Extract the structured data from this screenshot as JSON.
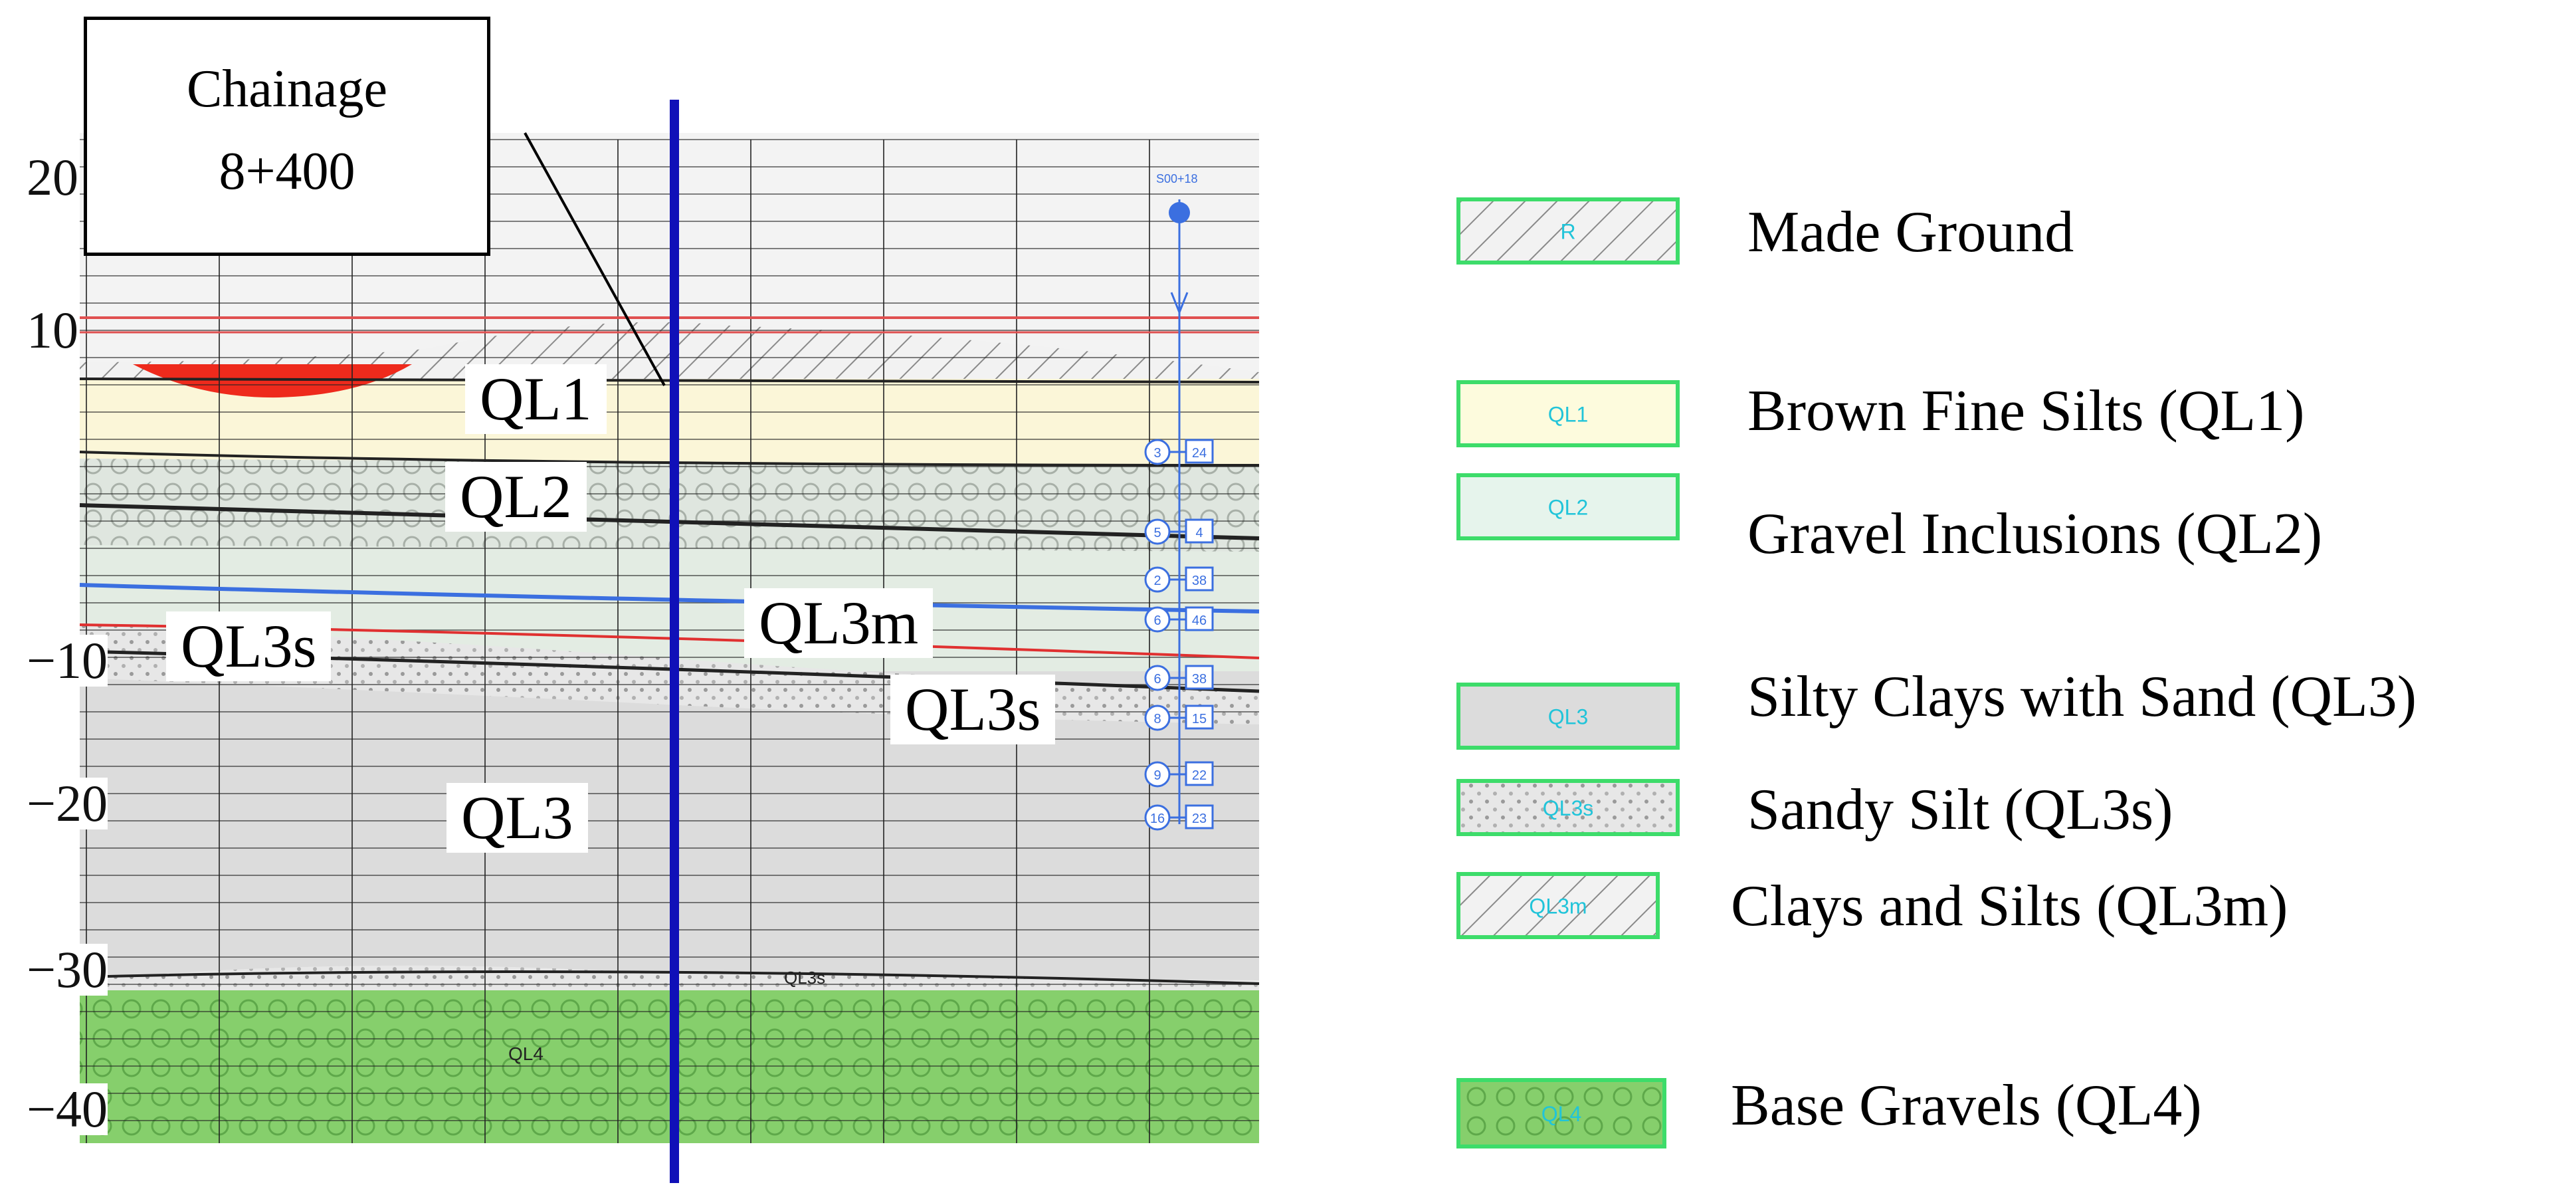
{
  "chainage": {
    "line1": "Chainage",
    "line2": "8+400"
  },
  "y_axis_labels": [
    "20",
    "10",
    "−10",
    "−20",
    "−30",
    "−40"
  ],
  "section_units": {
    "ql1": "QL1",
    "ql2": "QL2",
    "ql3m": "QL3m",
    "ql3s_left": "QL3s",
    "ql3s_right": "QL3s",
    "ql3": "QL3",
    "small_ql3s": "QL3s",
    "small_ql4": "QL4"
  },
  "borehole": {
    "id": "S00+18",
    "markers": [
      {
        "n": "3",
        "v": "24"
      },
      {
        "n": "5",
        "v": "4"
      },
      {
        "n": "2",
        "v": "38"
      },
      {
        "n": "6",
        "v": "46"
      },
      {
        "n": "6",
        "v": "38"
      },
      {
        "n": "8",
        "v": "15"
      },
      {
        "n": "9",
        "v": "22"
      },
      {
        "n": "16",
        "v": "23"
      }
    ]
  },
  "legend": [
    {
      "code": "R",
      "label": "Made Ground",
      "fill": "#e8f7ea",
      "pattern": "hatch"
    },
    {
      "code": "QL1",
      "label": "Brown Fine Silts (QL1)",
      "fill": "#fdfbdd",
      "pattern": "none"
    },
    {
      "code": "QL2",
      "label": "Gravel Inclusions  (QL2)",
      "fill": "#e6f4ec",
      "pattern": "none"
    },
    {
      "code": "QL3",
      "label": "Silty Clays with Sand (QL3)",
      "fill": "#dcdcdc",
      "pattern": "none"
    },
    {
      "code": "QL3s",
      "label": "Sandy Silt (QL3s)",
      "fill": "#eeeeee",
      "pattern": "dots"
    },
    {
      "code": "QL3m",
      "label": "Clays and Silts (QL3m)",
      "fill": "#e2e2e2",
      "pattern": "hatch"
    },
    {
      "code": "QL4",
      "label": "Base Gravels (QL4)",
      "fill": "#7dcc63",
      "pattern": "circles"
    }
  ],
  "colors": {
    "section_line": "#1010b8",
    "made_ground_red": "#ee2a1c",
    "ql1_fill": "#fbf6d8",
    "ql2_fill": "#dfe8df",
    "ql3_fill": "#d9d9d9",
    "ql4_fill": "#86cf6c",
    "grid": "#111111",
    "borehole": "#3b6fe0",
    "legend_border": "#3ddc6a",
    "legend_text": "#21c4d9"
  }
}
